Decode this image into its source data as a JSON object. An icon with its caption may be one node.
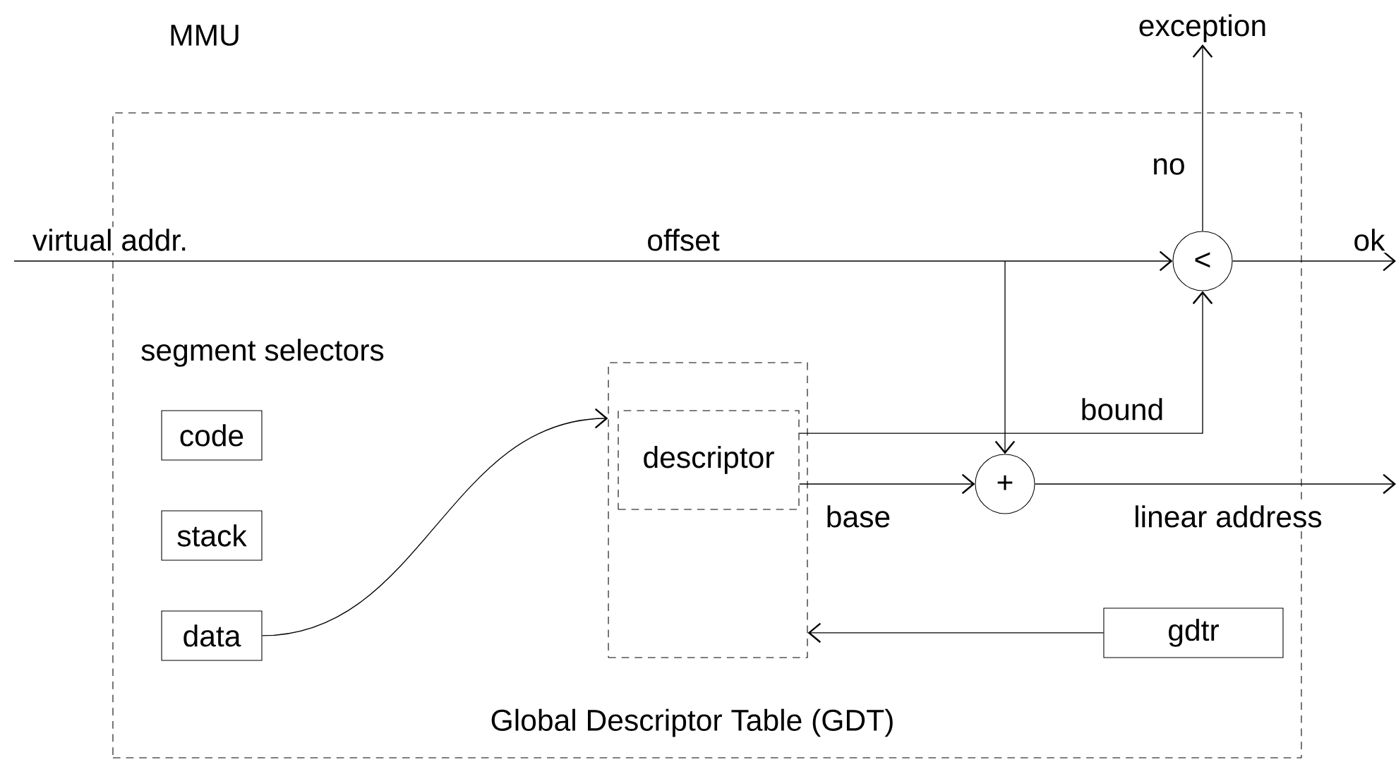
{
  "diagram": {
    "nodes": [
      {
        "text": [
          "MMU"
        ]
      },
      {
        "text": [],
        "shape": "box",
        "in": 0,
        "beside": [
          "Global Descriptor Table (GDT)"
        ]
      },
      {
        "text": [
          "descriptor"
        ],
        "in": 1
      },
      {
        "text": [
          "code"
        ],
        "in": 0
      },
      {
        "text": [
          "stack"
        ],
        "in": 0
      },
      {
        "text": [
          "data"
        ],
        "in": 0
      },
      {
        "text": [
          "gdtr"
        ],
        "in": 0
      },
      {
        "text": [
          "+"
        ],
        "in": 0
      },
      {
        "text": [
          "<"
        ],
        "in": 0
      },
      {
        "text": [
          "exception"
        ]
      }
    ],
    "edges": [
      {
        "from": null,
        "to": 8,
        "arrow": "to",
        "label": "virtual addr."
      },
      {
        "from": null,
        "to": 7,
        "arrow": "to"
      },
      {
        "from": 5,
        "to": 1,
        "arrow": "to"
      },
      {
        "from": 2,
        "to": 8,
        "arrow": "to",
        "label": "bound"
      },
      {
        "from": 2,
        "to": 7,
        "arrow": "to",
        "label": "base"
      },
      {
        "from": 7,
        "to": null,
        "arrow": "to",
        "label": "linear address"
      },
      {
        "from": 8,
        "to": null,
        "arrow": "to",
        "label": "ok"
      },
      {
        "from": 8,
        "to": 9,
        "arrow": "to",
        "label": "no"
      },
      {
        "from": 6,
        "to": 1,
        "arrow": "to"
      }
    ],
    "labels": [
      "offset",
      "segment selectors"
    ]
  }
}
